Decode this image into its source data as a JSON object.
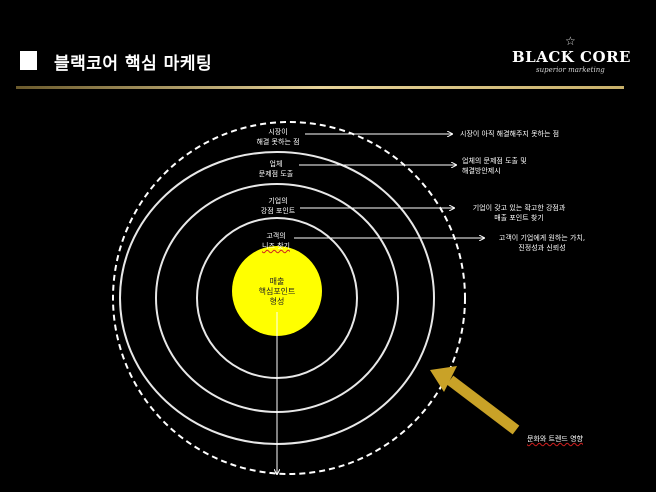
{
  "header": {
    "title": "블랙코어 핵심 마케팅",
    "logo_main": "BLACK CORE",
    "logo_sub": "superior marketing",
    "logo_star": "☆"
  },
  "colors": {
    "background": "#000000",
    "core": "#ffff00",
    "arrow": "#c9a227",
    "rule": "#d8c27a"
  },
  "diagram": {
    "rings": [
      {
        "label_line1": "시장이",
        "label_line2": "해결 못하는 점",
        "note_line1": "시장이 아직 해결해주지 못하는 점",
        "note_line2": ""
      },
      {
        "label_line1": "업체",
        "label_line2": "문제점 도출",
        "note_line1": "업체의 문제점 도출 및",
        "note_line2": "해결방안제시"
      },
      {
        "label_line1": "기업의",
        "label_line2": "강점 포인트",
        "note_line1": "기업이 갖고 있는 확고한 강점과",
        "note_line2": "매출 포인트 찾기"
      },
      {
        "label_line1": "고객의",
        "label_line2": "니즈 찾기",
        "note_line1": "고객이 기업에게 원하는 가치,",
        "note_line2": "진정성과 신뢰성"
      }
    ],
    "core": {
      "line1": "매출",
      "line2": "핵심포인트",
      "line3": "형성"
    },
    "influence_label": "문화와 트렌드 영향"
  }
}
